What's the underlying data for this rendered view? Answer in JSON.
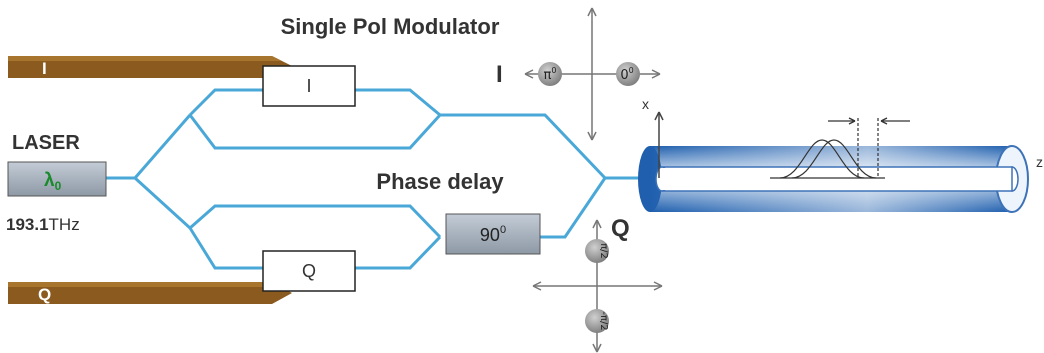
{
  "title": "Single Pol Modulator",
  "laser": {
    "label": "LASER",
    "wavelength": "λ",
    "wavelength_sub": "0",
    "freq_value": "193.1",
    "freq_unit": "THz"
  },
  "inputs": {
    "i_label": "I",
    "q_label": "Q"
  },
  "modulators": {
    "i_label": "I",
    "q_label": "Q"
  },
  "phase_delay": {
    "label": "Phase delay",
    "value": "90",
    "unit": "0"
  },
  "constellation_i": {
    "axis_label": "I",
    "point_left": "π",
    "point_left_sup": "0",
    "point_right": "0",
    "point_right_sup": "0"
  },
  "constellation_q": {
    "axis_label": "Q",
    "point_top": "π/2",
    "point_bottom": "-π/2"
  },
  "fiber": {
    "axis_x": "x",
    "axis_z": "z"
  },
  "colors": {
    "waveguide": "#4aa8d8",
    "electrode": "#8a5a1f",
    "box_fill": "#9aa6b4",
    "laser_text": "#1a8a2a",
    "fiber": "#2f6fb8"
  }
}
